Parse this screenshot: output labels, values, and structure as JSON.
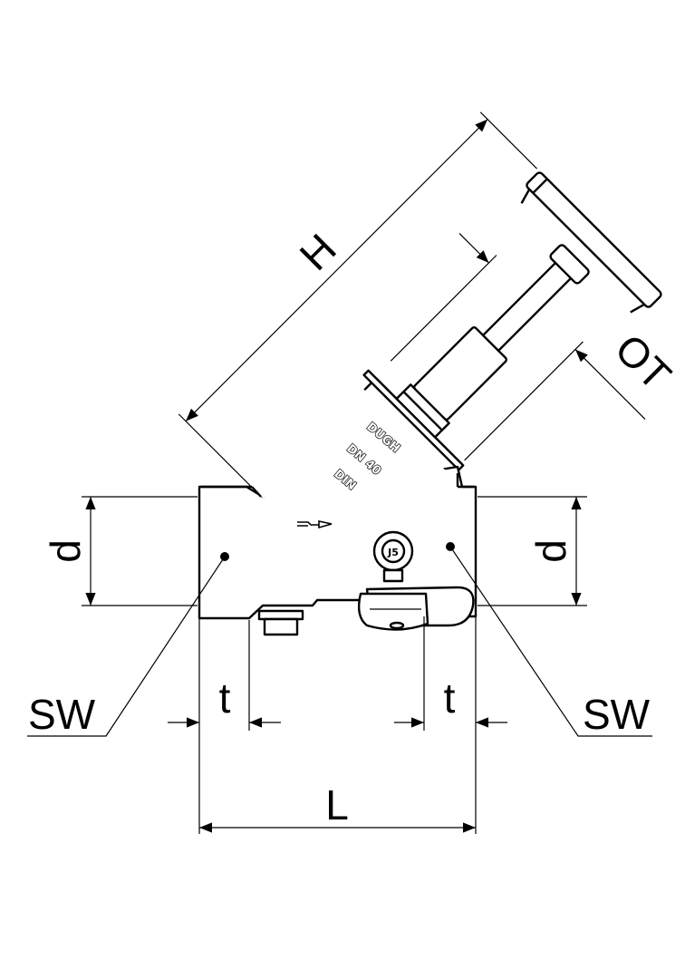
{
  "drawing": {
    "title": "Angle seat valve dimension drawing",
    "labels": {
      "height": "H",
      "offset": "OT",
      "diameter_left": "d",
      "diameter_right": "d",
      "wrench_left": "SW",
      "wrench_right": "SW",
      "thread_left": "t",
      "thread_right": "t",
      "length": "L"
    },
    "body_markings": [
      "DUGH",
      "DN 40",
      "DIN"
    ],
    "knob_marking": "J5",
    "line_color": "#000000",
    "background": "#ffffff"
  }
}
